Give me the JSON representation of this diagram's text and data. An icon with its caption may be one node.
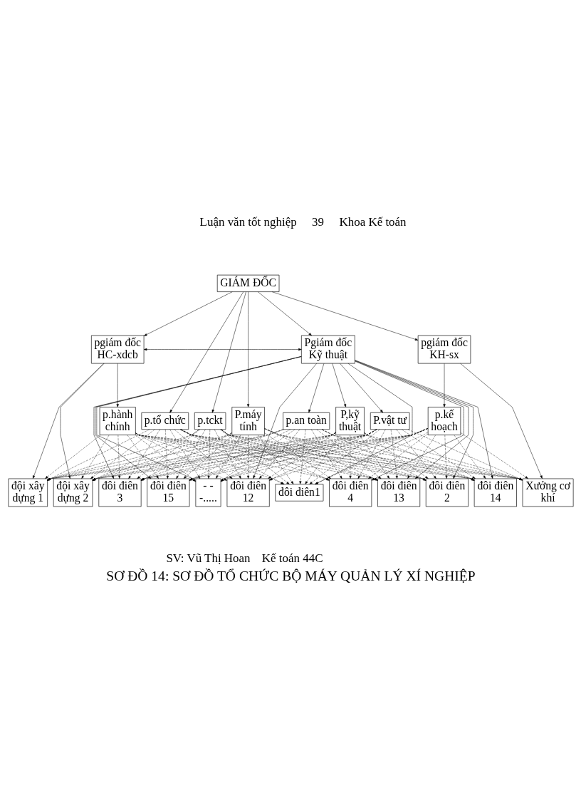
{
  "diagram": {
    "caption": "SƠ ĐỒ 14: SƠ ĐỒ TỔ CHỨC BỘ MÁY QUẢN LÝ XÍ NGHIỆP",
    "nodes": [
      {
        "text": [
          "GIÁM ĐỐC"
        ]
      },
      {
        "text": [
          "pgiám đốc HC-xdcb"
        ]
      },
      {
        "text": [
          "pgiám đốc KH-sx"
        ]
      },
      {
        "text": [
          "Pgiám đốc Kỹ thuật"
        ]
      },
      {
        "text": [
          "đội xây dựng 1"
        ]
      },
      {
        "text": [
          "đội xây dựng 2"
        ]
      },
      {
        "text": [
          "p.hành chính"
        ]
      },
      {
        "text": [
          "Xưởng cơ khí"
        ]
      },
      {
        "text": [
          "p.kế hoạch"
        ]
      },
      {
        "text": [
          "p.tổ chức"
        ]
      },
      {
        "text": [
          "p.tckt"
        ]
      },
      {
        "text": [
          "P.máy tính"
        ]
      },
      {
        "text": [
          "đôi điên1"
        ]
      },
      {
        "text": [
          "đôi điên 2"
        ]
      },
      {
        "text": [
          "đôi điên 3"
        ]
      },
      {
        "text": [
          "đôi điên 4"
        ]
      },
      {
        "text": [
          "- - -....."
        ]
      },
      {
        "text": [
          "đôi điên 12"
        ]
      },
      {
        "text": [
          "đôi điên 13"
        ]
      },
      {
        "text": [
          "đôi điên 14"
        ]
      },
      {
        "text": [
          "đôi điên 15"
        ]
      },
      {
        "text": [
          "P,kỹ thuật"
        ]
      },
      {
        "text": [
          "P.vật tư"
        ]
      },
      {
        "text": [
          "p.an toàn"
        ]
      }
    ],
    "edges": [
      {
        "from": 0,
        "to": 1,
        "arrow": "to"
      },
      {
        "from": 0,
        "to": 2,
        "arrow": "to"
      },
      {
        "from": 0,
        "to": 3,
        "arrow": "to"
      },
      {
        "from": 1,
        "to": 3,
        "arrow": "both"
      },
      {
        "from": 1,
        "to": 4,
        "arrow": "to"
      },
      {
        "from": 1,
        "to": 5,
        "arrow": "to"
      },
      {
        "from": 1,
        "to": 6,
        "arrow": "to"
      },
      {
        "from": 2,
        "to": 7,
        "arrow": "to"
      },
      {
        "from": 2,
        "to": 8,
        "arrow": "to"
      },
      {
        "from": 0,
        "to": 9,
        "arrow": "to"
      },
      {
        "from": 0,
        "to": 10,
        "arrow": "to"
      },
      {
        "from": 0,
        "to": 11,
        "arrow": "to"
      },
      {
        "from": 3,
        "to": 12,
        "arrow": "to"
      },
      {
        "from": 3,
        "to": 13,
        "arrow": "to"
      },
      {
        "from": 3,
        "to": 14,
        "arrow": "to"
      },
      {
        "from": 3,
        "to": 15,
        "arrow": "to"
      },
      {
        "from": 3,
        "to": 16,
        "arrow": "to"
      },
      {
        "from": 3,
        "to": 17,
        "arrow": "to"
      },
      {
        "from": 3,
        "to": 18,
        "arrow": "to"
      },
      {
        "from": 3,
        "to": 19,
        "arrow": "to"
      },
      {
        "from": 3,
        "to": 20,
        "arrow": "to"
      },
      {
        "from": 3,
        "to": 21,
        "arrow": "to"
      },
      {
        "from": 3,
        "to": 22,
        "arrow": "to"
      },
      {
        "from": 3,
        "to": 23,
        "arrow": "to"
      },
      {
        "from": 6,
        "to": 4,
        "arrow": "to",
        "style": "dashed"
      },
      {
        "from": 6,
        "to": 5,
        "arrow": "to",
        "style": "dashed"
      },
      {
        "from": 6,
        "to": 7,
        "arrow": "to",
        "style": "dashed"
      },
      {
        "from": 6,
        "to": 12,
        "arrow": "to",
        "style": "dashed"
      },
      {
        "from": 6,
        "to": 13,
        "arrow": "to",
        "style": "dashed"
      },
      {
        "from": 6,
        "to": 14,
        "arrow": "to",
        "style": "dashed"
      },
      {
        "from": 6,
        "to": 15,
        "arrow": "to",
        "style": "dashed"
      },
      {
        "from": 6,
        "to": 16,
        "arrow": "to",
        "style": "dashed"
      },
      {
        "from": 6,
        "to": 17,
        "arrow": "to",
        "style": "dashed"
      },
      {
        "from": 6,
        "to": 18,
        "arrow": "to",
        "style": "dashed"
      },
      {
        "from": 6,
        "to": 19,
        "arrow": "to",
        "style": "dashed"
      },
      {
        "from": 6,
        "to": 20,
        "arrow": "to",
        "style": "dashed"
      },
      {
        "from": 8,
        "to": 4,
        "arrow": "to",
        "style": "dashed"
      },
      {
        "from": 8,
        "to": 5,
        "arrow": "to",
        "style": "dashed"
      },
      {
        "from": 8,
        "to": 7,
        "arrow": "to",
        "style": "dashed"
      },
      {
        "from": 8,
        "to": 12,
        "arrow": "to",
        "style": "dashed"
      },
      {
        "from": 8,
        "to": 13,
        "arrow": "to",
        "style": "dashed"
      },
      {
        "from": 8,
        "to": 14,
        "arrow": "to",
        "style": "dashed"
      },
      {
        "from": 8,
        "to": 15,
        "arrow": "to",
        "style": "dashed"
      },
      {
        "from": 8,
        "to": 16,
        "arrow": "to",
        "style": "dashed"
      },
      {
        "from": 8,
        "to": 17,
        "arrow": "to",
        "style": "dashed"
      },
      {
        "from": 8,
        "to": 18,
        "arrow": "to",
        "style": "dashed"
      },
      {
        "from": 8,
        "to": 19,
        "arrow": "to",
        "style": "dashed"
      },
      {
        "from": 8,
        "to": 20,
        "arrow": "to",
        "style": "dashed"
      },
      {
        "from": 9,
        "to": 4,
        "arrow": "to",
        "style": "dashed"
      },
      {
        "from": 9,
        "to": 5,
        "arrow": "to",
        "style": "dashed"
      },
      {
        "from": 9,
        "to": 7,
        "arrow": "to",
        "style": "dashed"
      },
      {
        "from": 9,
        "to": 12,
        "arrow": "to",
        "style": "dashed"
      },
      {
        "from": 9,
        "to": 13,
        "arrow": "to",
        "style": "dashed"
      },
      {
        "from": 9,
        "to": 14,
        "arrow": "to",
        "style": "dashed"
      },
      {
        "from": 9,
        "to": 15,
        "arrow": "to",
        "style": "dashed"
      },
      {
        "from": 9,
        "to": 16,
        "arrow": "to",
        "style": "dashed"
      },
      {
        "from": 9,
        "to": 17,
        "arrow": "to",
        "style": "dashed"
      },
      {
        "from": 9,
        "to": 18,
        "arrow": "to",
        "style": "dashed"
      },
      {
        "from": 9,
        "to": 19,
        "arrow": "to",
        "style": "dashed"
      },
      {
        "from": 9,
        "to": 20,
        "arrow": "to",
        "style": "dashed"
      },
      {
        "from": 10,
        "to": 4,
        "arrow": "to",
        "style": "dashed"
      },
      {
        "from": 10,
        "to": 5,
        "arrow": "to",
        "style": "dashed"
      },
      {
        "from": 10,
        "to": 7,
        "arrow": "to",
        "style": "dashed"
      },
      {
        "from": 10,
        "to": 12,
        "arrow": "to",
        "style": "dashed"
      },
      {
        "from": 10,
        "to": 13,
        "arrow": "to",
        "style": "dashed"
      },
      {
        "from": 10,
        "to": 14,
        "arrow": "to",
        "style": "dashed"
      },
      {
        "from": 10,
        "to": 15,
        "arrow": "to",
        "style": "dashed"
      },
      {
        "from": 10,
        "to": 16,
        "arrow": "to",
        "style": "dashed"
      },
      {
        "from": 10,
        "to": 17,
        "arrow": "to",
        "style": "dashed"
      },
      {
        "from": 10,
        "to": 18,
        "arrow": "to",
        "style": "dashed"
      },
      {
        "from": 10,
        "to": 19,
        "arrow": "to",
        "style": "dashed"
      },
      {
        "from": 10,
        "to": 20,
        "arrow": "to",
        "style": "dashed"
      },
      {
        "from": 11,
        "to": 4,
        "arrow": "to",
        "style": "dashed"
      },
      {
        "from": 11,
        "to": 5,
        "arrow": "to",
        "style": "dashed"
      },
      {
        "from": 11,
        "to": 7,
        "arrow": "to",
        "style": "dashed"
      },
      {
        "from": 11,
        "to": 12,
        "arrow": "to",
        "style": "dashed"
      },
      {
        "from": 11,
        "to": 13,
        "arrow": "to",
        "style": "dashed"
      },
      {
        "from": 11,
        "to": 14,
        "arrow": "to",
        "style": "dashed"
      },
      {
        "from": 11,
        "to": 15,
        "arrow": "to",
        "style": "dashed"
      },
      {
        "from": 11,
        "to": 16,
        "arrow": "to",
        "style": "dashed"
      },
      {
        "from": 11,
        "to": 17,
        "arrow": "to",
        "style": "dashed"
      },
      {
        "from": 11,
        "to": 18,
        "arrow": "to",
        "style": "dashed"
      },
      {
        "from": 11,
        "to": 19,
        "arrow": "to",
        "style": "dashed"
      },
      {
        "from": 11,
        "to": 20,
        "arrow": "to",
        "style": "dashed"
      },
      {
        "from": 21,
        "to": 4,
        "arrow": "to",
        "style": "dashed"
      },
      {
        "from": 21,
        "to": 5,
        "arrow": "to",
        "style": "dashed"
      },
      {
        "from": 21,
        "to": 7,
        "arrow": "to",
        "style": "dashed"
      },
      {
        "from": 21,
        "to": 12,
        "arrow": "to",
        "style": "dashed"
      },
      {
        "from": 21,
        "to": 13,
        "arrow": "to",
        "style": "dashed"
      },
      {
        "from": 21,
        "to": 14,
        "arrow": "to",
        "style": "dashed"
      },
      {
        "from": 21,
        "to": 15,
        "arrow": "to",
        "style": "dashed"
      },
      {
        "from": 21,
        "to": 16,
        "arrow": "to",
        "style": "dashed"
      },
      {
        "from": 21,
        "to": 17,
        "arrow": "to",
        "style": "dashed"
      },
      {
        "from": 21,
        "to": 18,
        "arrow": "to",
        "style": "dashed"
      },
      {
        "from": 21,
        "to": 19,
        "arrow": "to",
        "style": "dashed"
      },
      {
        "from": 21,
        "to": 20,
        "arrow": "to",
        "style": "dashed"
      },
      {
        "from": 22,
        "to": 4,
        "arrow": "to",
        "style": "dashed"
      },
      {
        "from": 22,
        "to": 5,
        "arrow": "to",
        "style": "dashed"
      },
      {
        "from": 22,
        "to": 7,
        "arrow": "to",
        "style": "dashed"
      },
      {
        "from": 22,
        "to": 12,
        "arrow": "to",
        "style": "dashed"
      },
      {
        "from": 22,
        "to": 13,
        "arrow": "to",
        "style": "dashed"
      },
      {
        "from": 22,
        "to": 14,
        "arrow": "to",
        "style": "dashed"
      },
      {
        "from": 22,
        "to": 15,
        "arrow": "to",
        "style": "dashed"
      },
      {
        "from": 22,
        "to": 16,
        "arrow": "to",
        "style": "dashed"
      },
      {
        "from": 22,
        "to": 17,
        "arrow": "to",
        "style": "dashed"
      },
      {
        "from": 22,
        "to": 18,
        "arrow": "to",
        "style": "dashed"
      },
      {
        "from": 22,
        "to": 19,
        "arrow": "to",
        "style": "dashed"
      },
      {
        "from": 22,
        "to": 20,
        "arrow": "to",
        "style": "dashed"
      },
      {
        "from": 23,
        "to": 4,
        "arrow": "to",
        "style": "dashed"
      },
      {
        "from": 23,
        "to": 5,
        "arrow": "to",
        "style": "dashed"
      },
      {
        "from": 23,
        "to": 7,
        "arrow": "to",
        "style": "dashed"
      },
      {
        "from": 23,
        "to": 12,
        "arrow": "to",
        "style": "dashed"
      },
      {
        "from": 23,
        "to": 13,
        "arrow": "to",
        "style": "dashed"
      },
      {
        "from": 23,
        "to": 14,
        "arrow": "to",
        "style": "dashed"
      },
      {
        "from": 23,
        "to": 15,
        "arrow": "to",
        "style": "dashed"
      },
      {
        "from": 23,
        "to": 16,
        "arrow": "to",
        "style": "dashed"
      },
      {
        "from": 23,
        "to": 17,
        "arrow": "to",
        "style": "dashed"
      },
      {
        "from": 23,
        "to": 18,
        "arrow": "to",
        "style": "dashed"
      },
      {
        "from": 23,
        "to": 19,
        "arrow": "to",
        "style": "dashed"
      },
      {
        "from": 23,
        "to": 20,
        "arrow": "to",
        "style": "dashed"
      }
    ],
    "labels": [
      "Luận văn tốt nghiệp",
      "39",
      "Khoa Kế toán",
      "SV: Vũ Thị Hoan",
      "Kế toán 44C"
    ]
  }
}
